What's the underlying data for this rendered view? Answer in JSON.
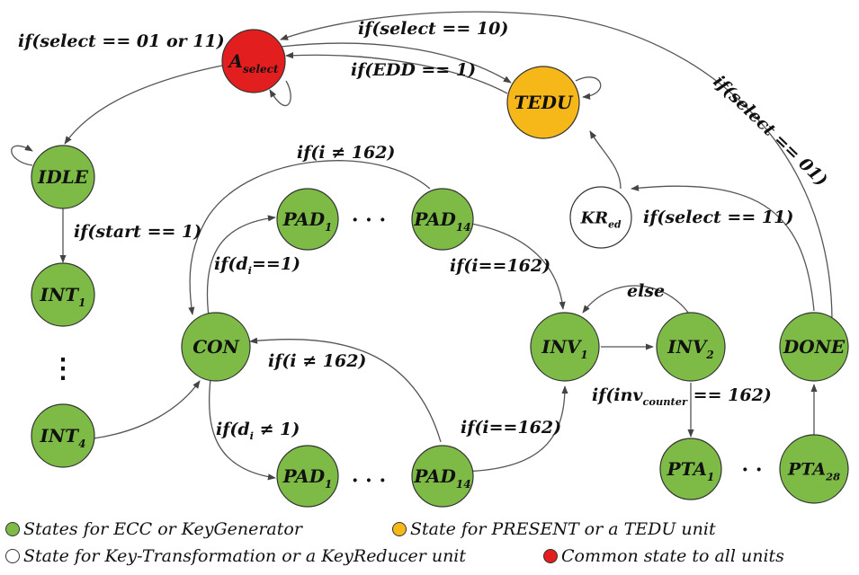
{
  "colors": {
    "ecc": "#7dbb46",
    "tedu": "#f6b819",
    "keyred": "#ffffff",
    "common": "#e31e1e",
    "edge": "#555555",
    "node_border": "#333333"
  },
  "nodes": {
    "aselect": {
      "base": "A",
      "sub": "select"
    },
    "tedu": {
      "base": "TEDU",
      "sub": ""
    },
    "idle": {
      "base": "IDLE",
      "sub": ""
    },
    "int1": {
      "base": "INT",
      "sub": "1"
    },
    "int4": {
      "base": "INT",
      "sub": "4"
    },
    "con": {
      "base": "CON",
      "sub": ""
    },
    "pad1_top": {
      "base": "PAD",
      "sub": "1"
    },
    "pad14_top": {
      "base": "PAD",
      "sub": "14"
    },
    "pad1_bot": {
      "base": "PAD",
      "sub": "1"
    },
    "pad14_bot": {
      "base": "PAD",
      "sub": "14"
    },
    "inv1": {
      "base": "INV",
      "sub": "1"
    },
    "inv2": {
      "base": "INV",
      "sub": "2"
    },
    "kred": {
      "base": "KR",
      "sub": "ed"
    },
    "done": {
      "base": "DONE",
      "sub": ""
    },
    "pta1": {
      "base": "PTA",
      "sub": "1"
    },
    "pta28": {
      "base": "PTA",
      "sub": "28"
    }
  },
  "edge_labels": {
    "select_01_or_11": "if(select == 01 or 11)",
    "select_10": "if(select == 10)",
    "edd_1": "if(EDD == 1)",
    "select_01": "if(select == 01)",
    "i_ne_162_top": "if(i ≠ 162)",
    "start_1": "if(start == 1)",
    "select_11": "if(select == 11)",
    "di_eq_1": {
      "pre": "if(d",
      "sub": "i",
      "post": "==1)"
    },
    "i_eq_162_top": "if(i==162)",
    "else": "else",
    "i_ne_162_bot": "if(i ≠ 162)",
    "inv_counter": {
      "pre": "if(inv",
      "sub": "counter",
      "post": " == 162)"
    },
    "di_ne_1": {
      "pre": "if(d",
      "sub": "i",
      "post": " ≠ 1)"
    },
    "i_eq_162_bot": "if(i==162)"
  },
  "ellipses": {
    "between_int": "⋮",
    "pad_top": "· · ·",
    "pad_bot": "· · ·",
    "pta": "· ·"
  },
  "legend": {
    "ecc": "States for ECC or KeyGenerator",
    "tedu": "State for PRESENT or a TEDU unit",
    "keyred": "State for Key-Transformation or a KeyReducer unit",
    "common": "Common state to all units"
  }
}
